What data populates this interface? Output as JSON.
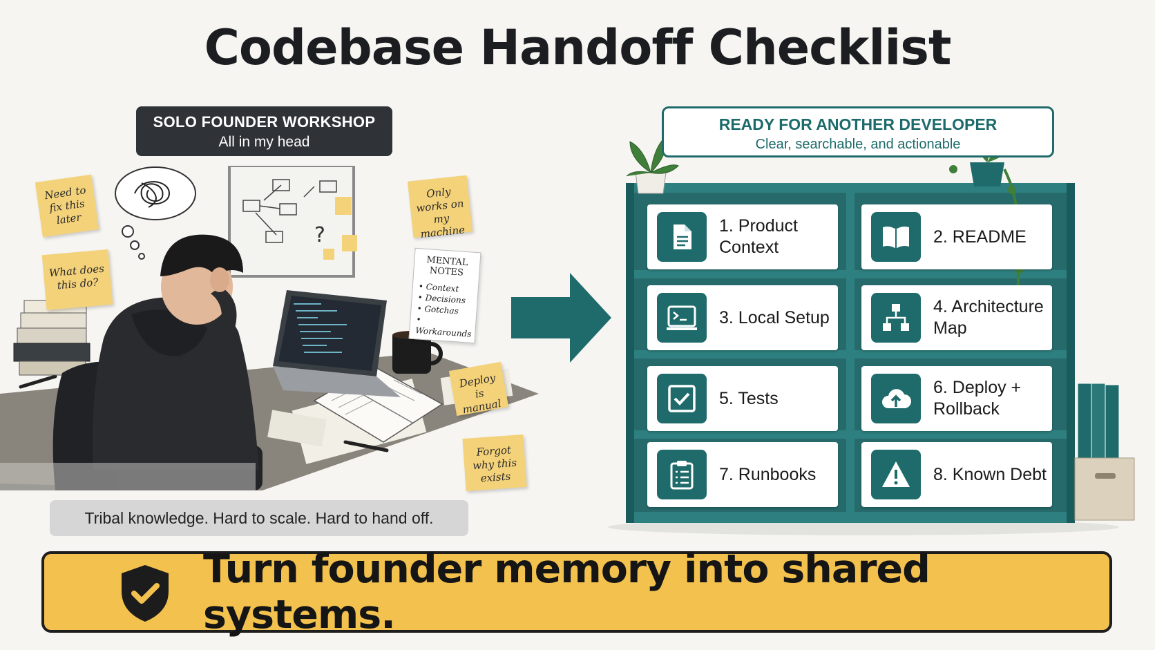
{
  "title": "Codebase Handoff Checklist",
  "left": {
    "label_line1": "SOLO FOUNDER WORKSHOP",
    "label_line2": "All in my head",
    "sticky_notes": [
      "Need to fix this later",
      "What does this do?",
      "Only works on my machine",
      "Deploy is manual",
      "Forgot why this exists"
    ],
    "mental_notes": {
      "title": "MENTAL NOTES",
      "items": [
        "Context",
        "Decisions",
        "Gotchas",
        "Workarounds"
      ]
    },
    "caption": "Tribal knowledge. Hard to scale. Hard to hand off."
  },
  "right": {
    "label_line1": "READY FOR ANOTHER DEVELOPER",
    "label_line2": "Clear, searchable, and actionable",
    "cards": [
      {
        "label": "1. Product Context",
        "icon": "document-icon"
      },
      {
        "label": "2.  README",
        "icon": "book-icon"
      },
      {
        "label": "3. Local Setup",
        "icon": "terminal-icon"
      },
      {
        "label": "4. Architecture Map",
        "icon": "hierarchy-icon"
      },
      {
        "label": "5. Tests",
        "icon": "checkbox-icon"
      },
      {
        "label": "6. Deploy + Rollback",
        "icon": "cloud-upload-icon"
      },
      {
        "label": "7. Runbooks",
        "icon": "clipboard-icon"
      },
      {
        "label": "8. Known Debt",
        "icon": "warning-icon"
      }
    ]
  },
  "banner": {
    "text": "Turn founder memory into shared systems.",
    "icon": "shield-check-icon"
  },
  "colors": {
    "teal": "#1f6b6b",
    "sticky": "#f4d27a",
    "banner": "#f3c14e",
    "dark": "#2f3338"
  }
}
